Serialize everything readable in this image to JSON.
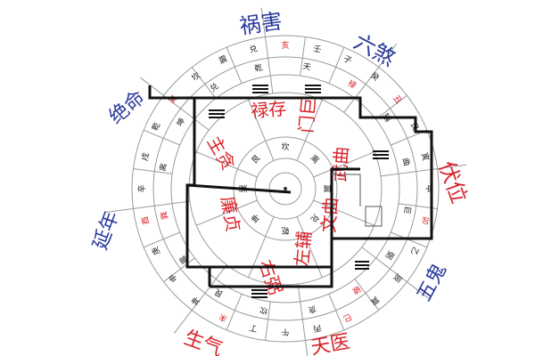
{
  "outer_labels": {
    "top": "祸害",
    "top_right": "六煞",
    "right": "伏位",
    "bottom_right": "五鬼",
    "bottom": "天医",
    "bottom_left": "生气",
    "left": "延年",
    "top_left": "绝命"
  },
  "sector_labels": {
    "n": "禄存",
    "ne": "门巨",
    "e": "武曲",
    "se_inner": "文曲",
    "s": "左辅",
    "sw": "右弼",
    "w": "廉贞",
    "nw": "主贪"
  },
  "ring_texts": [
    "亥",
    "壬",
    "子",
    "癸",
    "丑",
    "艮",
    "寅",
    "甲",
    "卯",
    "乙",
    "辰",
    "巽",
    "巳",
    "丙",
    "午",
    "丁",
    "未",
    "坤",
    "申",
    "庚",
    "酉",
    "辛",
    "戌",
    "乾",
    "离",
    "坎",
    "震",
    "兑"
  ],
  "ring2_texts": [
    "天",
    "禄",
    "辅",
    "曲",
    "巨",
    "弼",
    "破",
    "贪",
    "坎",
    "艮",
    "震",
    "巽",
    "离",
    "坤",
    "兑",
    "乾"
  ],
  "inner_texts": [
    "坎",
    "离",
    "震",
    "兑",
    "乾",
    "坤",
    "巽",
    "艮"
  ],
  "small_labels": {
    "sheng": "生气"
  },
  "colors": {
    "outer_blue": "#2a3a9c",
    "red": "#d8232a",
    "ring_line": "#9a9a9a",
    "plan_line": "#111111"
  }
}
